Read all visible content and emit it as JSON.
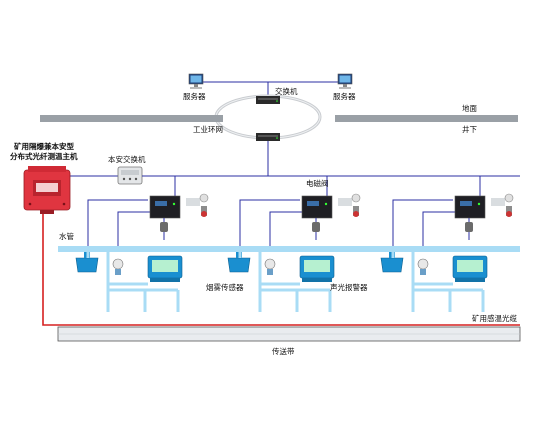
{
  "labels": {
    "server_left": "服务器",
    "server_right": "服务器",
    "switch_top": "交换机",
    "surface": "地面",
    "underground": "井下",
    "ring_network": "工业环网",
    "host_line1": "矿用隔爆兼本安型",
    "host_line2": "分布式光纤测温主机",
    "is_switch": "本安交换机",
    "solenoid_valve": "电磁阀",
    "water_pipe": "水管",
    "smoke_sensor": "烟雾传感器",
    "alarm": "声光报警器",
    "fiber_cable": "矿用感温光缆",
    "conveyor": "传送带"
  },
  "colors": {
    "network_line": "#2b2fa3",
    "water_pipe": "#a9dcf5",
    "fiber_line": "#d62020",
    "host_body": "#e03540",
    "ground_bar": "#9aa0a6",
    "device_panel": "#1a8fd0",
    "screen_green": "#b6f0d0"
  }
}
